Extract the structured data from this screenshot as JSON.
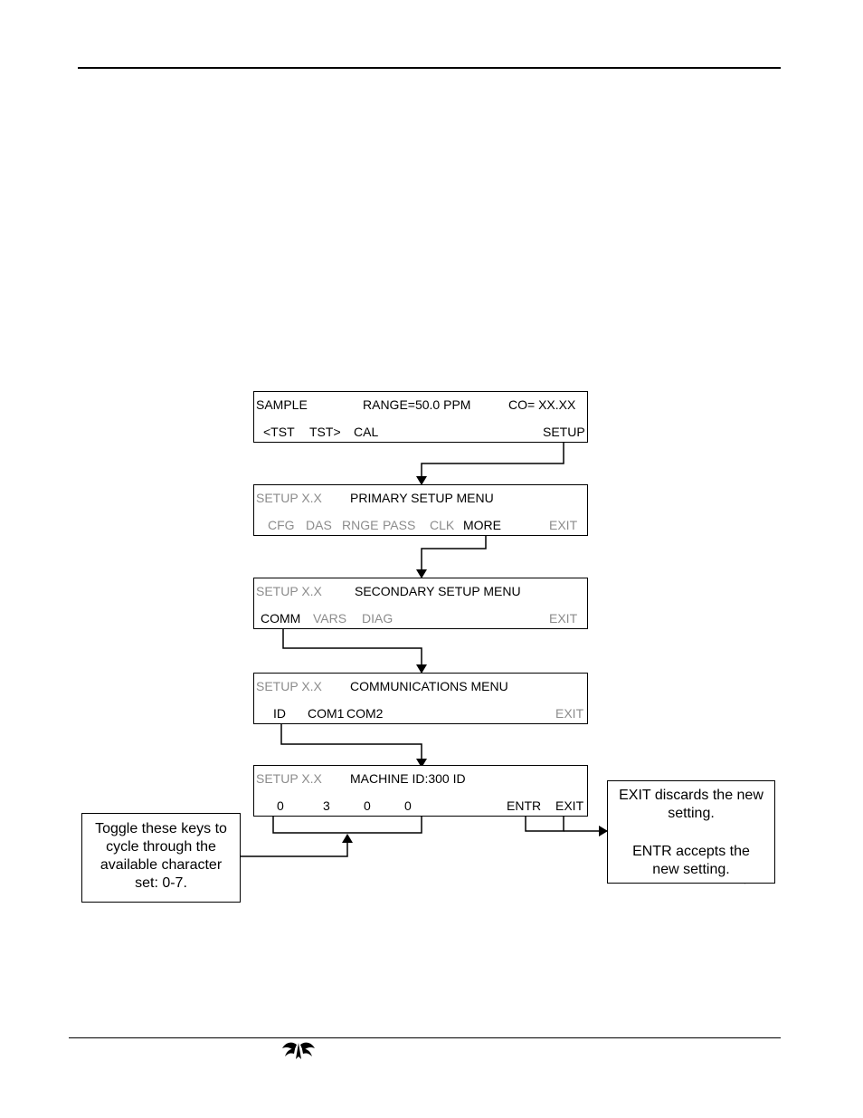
{
  "panels": [
    {
      "row1": [
        "SAMPLE",
        "RANGE=50.0 PPM",
        "CO= XX.XX"
      ],
      "row2": [
        "<TST",
        "TST>",
        "CAL",
        "SETUP"
      ]
    },
    {
      "row1": [
        "SETUP X.X",
        "PRIMARY SETUP MENU"
      ],
      "row2": [
        "CFG",
        "DAS",
        "RNGE",
        "PASS",
        "CLK",
        "MORE",
        "EXIT"
      ]
    },
    {
      "row1": [
        "SETUP X.X",
        "SECONDARY SETUP MENU"
      ],
      "row2": [
        "COMM",
        "VARS",
        "DIAG",
        "EXIT"
      ]
    },
    {
      "row1": [
        "SETUP X.X",
        "COMMUNICATIONS MENU"
      ],
      "row2": [
        "ID",
        "COM1",
        "COM2",
        "EXIT"
      ]
    },
    {
      "row1": [
        "SETUP X.X",
        "MACHINE ID:300 ID"
      ],
      "row2": [
        "0",
        "3",
        "0",
        "0",
        "ENTR",
        "EXIT"
      ]
    }
  ],
  "notes": {
    "left": [
      "Toggle these keys to",
      "cycle through the",
      "available character",
      "set:  0-7."
    ],
    "right_exit": [
      "EXIT",
      " discards the new",
      "setting."
    ],
    "right_entr": [
      "ENTR",
      " accepts the",
      "new setting."
    ]
  },
  "icons": {
    "footer_logo": "teledyne-logo-icon"
  }
}
